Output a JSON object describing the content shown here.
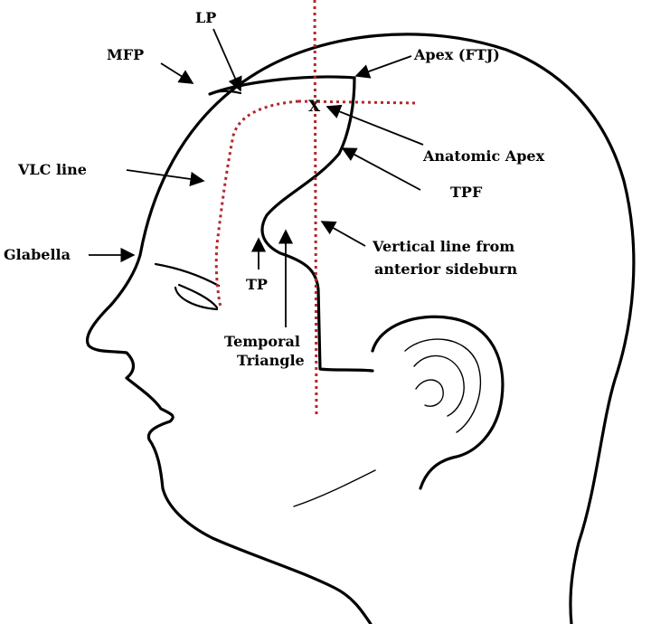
{
  "colors": {
    "outline": "#000000",
    "reference_lines": "#b3262b",
    "background": "#ffffff"
  },
  "labels": {
    "lp": "LP",
    "mfp": "MFP",
    "apex_ftj": "Apex (FTJ)",
    "x_mark": "X",
    "anatomic_apex": "Anatomic Apex",
    "vlc_line": "VLC line",
    "tpf": "TPF",
    "glabella": "Glabella",
    "vertical_line_1": "Vertical line from",
    "vertical_line_2": "anterior sideburn",
    "tp": "TP",
    "temporal_1": "Temporal",
    "temporal_2": "Triangle"
  }
}
